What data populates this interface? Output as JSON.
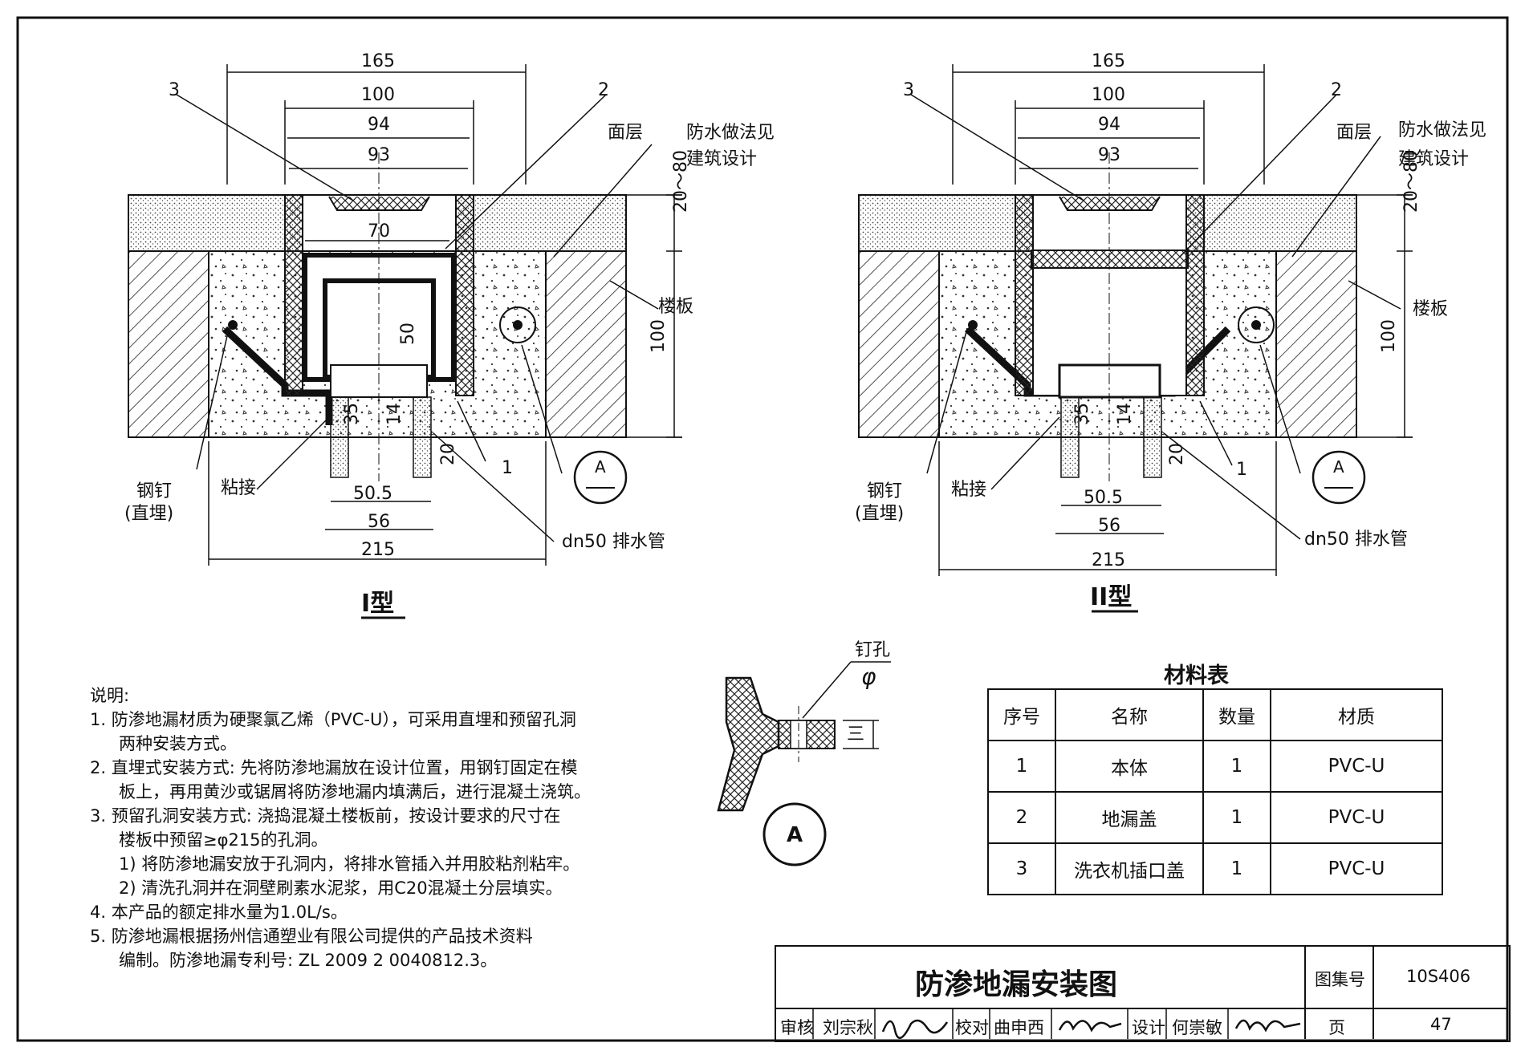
{
  "diagram_type1": {
    "title": "I型",
    "dims": {
      "d165": "165",
      "d100": "100",
      "d94": "94",
      "d93": "93",
      "d70": "70",
      "d50": "50",
      "d35": "35",
      "d14": "14",
      "d20": "20",
      "d505": "50.5",
      "d56": "56",
      "d215": "215",
      "d2080": "20～80",
      "d100v": "100"
    },
    "labels": {
      "n3": "3",
      "n2": "2",
      "n1": "1",
      "face": "面层",
      "wp1": "防水做法见",
      "wp2": "建筑设计",
      "slab": "楼板",
      "nail1": "钢钉",
      "nail2": "(直埋)",
      "glue": "粘接",
      "pipe": "dn50 排水管",
      "detail": "A"
    }
  },
  "diagram_type2": {
    "title": "II型",
    "dims": {
      "d165": "165",
      "d100": "100",
      "d94": "94",
      "d93": "93",
      "d35": "35",
      "d14": "14",
      "d20": "20",
      "d505": "50.5",
      "d56": "56",
      "d215": "215",
      "d2080": "20～80",
      "d100v": "100"
    },
    "labels": {
      "n3": "3",
      "n2": "2",
      "n1": "1",
      "face": "面层",
      "wp1": "防水做法见",
      "wp2": "建筑设计",
      "slab": "楼板",
      "nail1": "钢钉",
      "nail2": "(直埋)",
      "glue": "粘接",
      "pipe": "dn50 排水管",
      "detail": "A"
    }
  },
  "detail_a": {
    "hole": "钉孔",
    "phi": "φ",
    "three": "三",
    "label": "A"
  },
  "notes": {
    "heading": "说明:",
    "n1a": "1. 防渗地漏材质为硬聚氯乙烯（PVC-U），可采用直埋和预留孔洞",
    "n1b": "两种安装方式。",
    "n2a": "2. 直埋式安装方式: 先将防渗地漏放在设计位置，用钢钉固定在模",
    "n2b": "板上，再用黄沙或锯屑将防渗地漏内填满后，进行混凝土浇筑。",
    "n3a": "3. 预留孔洞安装方式: 浇捣混凝土楼板前，按设计要求的尺寸在",
    "n3b": "楼板中预留≥φ215的孔洞。",
    "n3c": "1) 将防渗地漏安放于孔洞内，将排水管插入并用胶粘剂粘牢。",
    "n3d": "2) 清洗孔洞并在洞壁刷素水泥浆，用C20混凝土分层填实。",
    "n4": "4. 本产品的额定排水量为1.0L/s。",
    "n5a": "5. 防渗地漏根据扬州信通塑业有限公司提供的产品技术资料",
    "n5b": "编制。防渗地漏专利号: ZL 2009 2 0040812.3。"
  },
  "material_table": {
    "title": "材料表",
    "headers": [
      "序号",
      "名称",
      "数量",
      "材质"
    ],
    "rows": [
      [
        "1",
        "本体",
        "1",
        "PVC-U"
      ],
      [
        "2",
        "地漏盖",
        "1",
        "PVC-U"
      ],
      [
        "3",
        "洗衣机插口盖",
        "1",
        "PVC-U"
      ]
    ]
  },
  "title_block": {
    "title": "防渗地漏安装图",
    "atlas_label": "图集号",
    "atlas_no": "10S406",
    "page_label": "页",
    "page_no": "47",
    "review": "审核",
    "reviewer": "刘宗秋",
    "check": "校对",
    "checker": "曲申西",
    "design": "设计",
    "designer": "何崇敏"
  }
}
